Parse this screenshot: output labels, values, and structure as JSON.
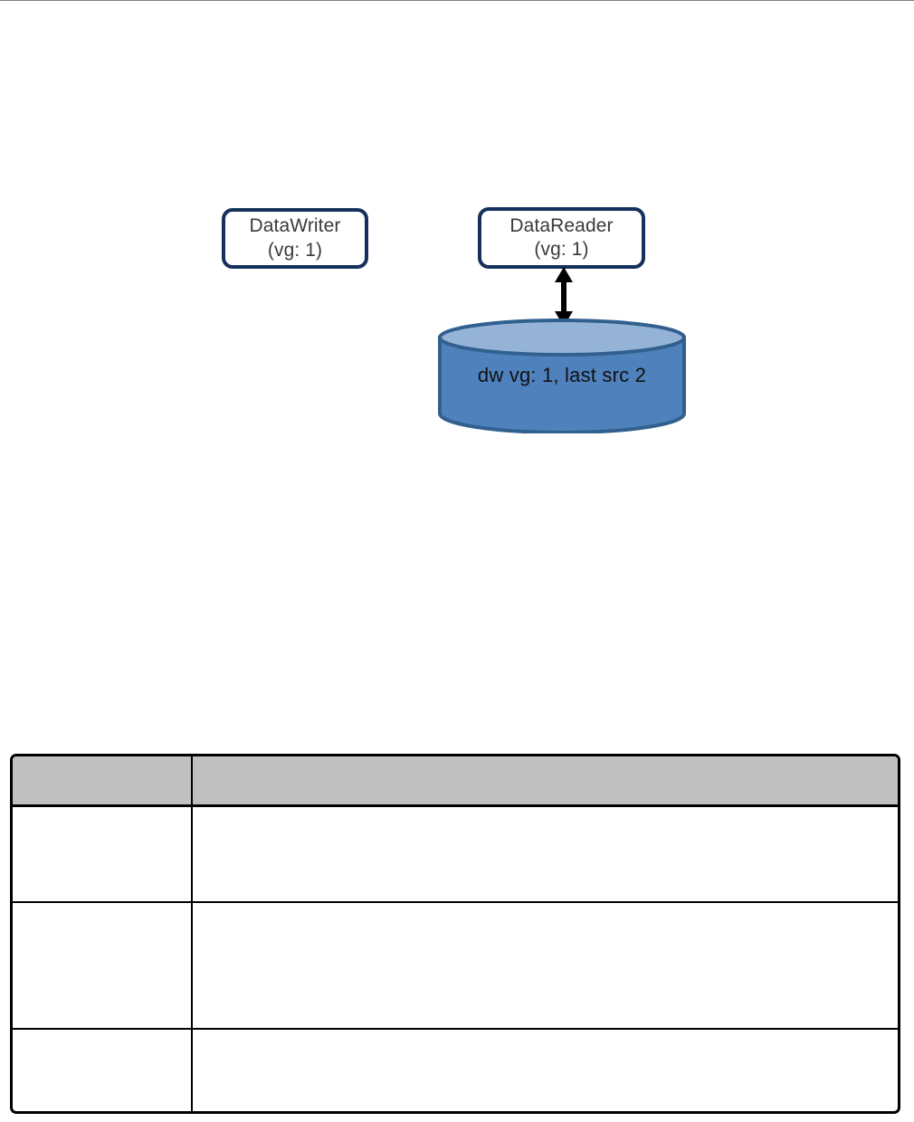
{
  "diagram": {
    "type": "dds-node-datastore-diagram",
    "nodes": [
      {
        "id": "datawriter",
        "title": "DataWriter",
        "subtitle": "(vg: 1)",
        "shape": "rounded-rectangle",
        "border_color": "#16305c",
        "fill_color": "#ffffff"
      },
      {
        "id": "datareader",
        "title": "DataReader",
        "subtitle": "(vg: 1)",
        "shape": "rounded-rectangle",
        "border_color": "#16305c",
        "fill_color": "#ffffff"
      }
    ],
    "datastore": {
      "id": "datastore",
      "label": "dw vg: 1, last src 2",
      "shape": "cylinder",
      "body_color": "#4f81bd",
      "top_color": "#95b3d7",
      "stroke_color": "#31608f"
    },
    "connector": {
      "id": "reader-datastore-link",
      "style": "double-headed-arrow",
      "color": "#000000",
      "from": "datareader",
      "to": "datastore"
    }
  },
  "table": {
    "header": [
      "",
      ""
    ],
    "rows": [
      [
        "",
        ""
      ],
      [
        "",
        ""
      ],
      [
        "",
        ""
      ]
    ],
    "header_fill": "#c0c0c0",
    "border_color": "#000000"
  }
}
